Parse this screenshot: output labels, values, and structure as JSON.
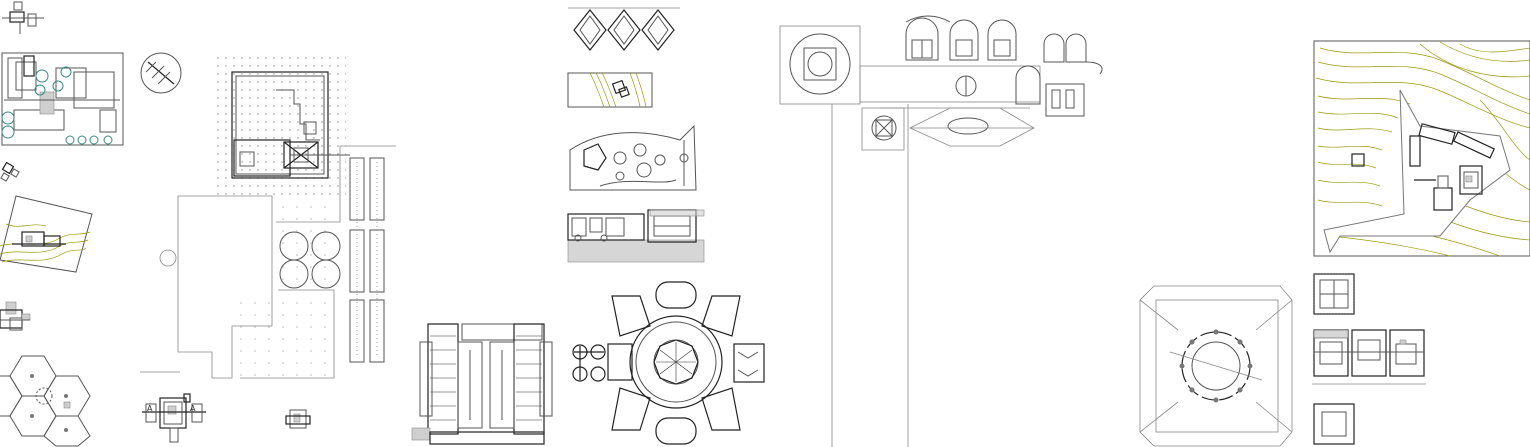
{
  "sheets": [
    "site-plan-top-left",
    "site-plan-garden",
    "compass-circle",
    "house-on-slope",
    "hexagonal-cluster",
    "campus-grid-plan",
    "dormitory-plan",
    "diamond-row",
    "topo-strip",
    "courtyard-garden",
    "elongated-building-section",
    "radial-octagon-plan",
    "monastic-long-axis-plan",
    "square-cloister-plan",
    "mountain-topo-site",
    "small-plans-stack"
  ],
  "colors": {
    "line": "#555555",
    "topo": "#9a9a10",
    "garden": "#3a8a80",
    "fill_gray": "#cfcfcf",
    "background": "#ffffff"
  }
}
